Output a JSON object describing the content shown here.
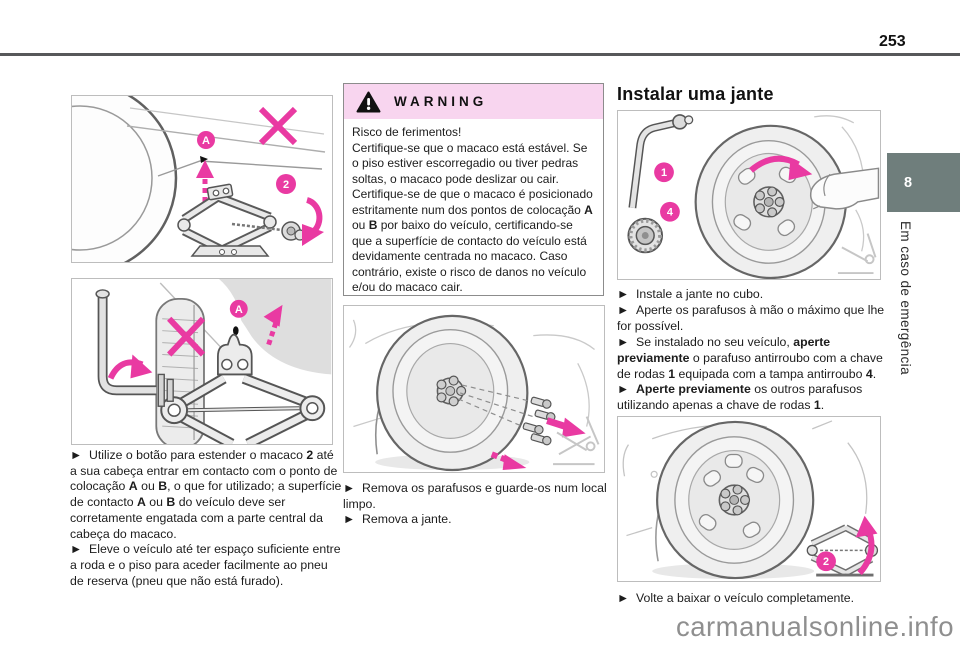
{
  "colors": {
    "accent": "#e93aa2",
    "warning_bg": "#f8d5ef",
    "tab_bg": "#6f7e7c",
    "watermark": "#8f8f8f"
  },
  "page": {
    "number": "253",
    "chapter_tab": "8",
    "chapter_label": "Em caso de emergência",
    "watermark": "carmanualsonline.info"
  },
  "warning": {
    "title": "WARNING",
    "paragraphs": [
      [
        {
          "t": "Risco de ferimentos!"
        }
      ],
      [
        {
          "t": "Certifique-se que o macaco está estável. Se o piso estiver escorregadio ou tiver pedras soltas, o macaco pode deslizar ou cair."
        }
      ],
      [
        {
          "t": "Certifique-se de que o macaco é posicionado estritamente num dos pontos de colocação "
        },
        {
          "t": "A",
          "b": true
        },
        {
          "t": " ou "
        },
        {
          "t": "B",
          "b": true
        },
        {
          "t": " por baixo do veículo, certificando-se que a superfície de contacto do veículo está devidamente centrada no macaco. Caso contrário, existe o risco de danos no veículo e/ou do macaco cair."
        }
      ]
    ]
  },
  "left_column": {
    "bullets": [
      [
        {
          "t": "►  Utilize o botão para estender o macaco "
        },
        {
          "t": "2",
          "b": true
        },
        {
          "t": " até a sua cabeça entrar em contacto com o ponto de colocação "
        },
        {
          "t": "A",
          "b": true
        },
        {
          "t": " ou "
        },
        {
          "t": "B",
          "b": true
        },
        {
          "t": ", o que for utilizado; a superfície de contacto "
        },
        {
          "t": "A",
          "b": true
        },
        {
          "t": " ou "
        },
        {
          "t": "B",
          "b": true
        },
        {
          "t": " do veículo deve ser corretamente engatada com a parte central da cabeça do macaco."
        }
      ],
      [
        {
          "t": "►  Eleve o veículo até ter espaço suficiente entre a roda e o piso para aceder facilmente ao pneu de reserva (pneu que não está furado)."
        }
      ]
    ]
  },
  "middle_column": {
    "bullets": [
      [
        {
          "t": "►  Remova os parafusos e guarde-os num local limpo."
        }
      ],
      [
        {
          "t": "►  Remova a jante."
        }
      ]
    ]
  },
  "right_column": {
    "heading": "Instalar uma jante",
    "bullets": [
      [
        {
          "t": "►  Instale a jante no cubo."
        }
      ],
      [
        {
          "t": "►  Aperte os parafusos à mão o máximo que lhe for possível."
        }
      ],
      [
        {
          "t": "►  Se instalado no seu veículo, "
        },
        {
          "t": "aperte previamente",
          "b": true
        },
        {
          "t": " o parafuso antirroubo com a chave de rodas "
        },
        {
          "t": "1",
          "b": true
        },
        {
          "t": " equipada com a tampa antirroubo "
        },
        {
          "t": "4",
          "b": true
        },
        {
          "t": "."
        }
      ],
      [
        {
          "t": "►  "
        },
        {
          "t": "Aperte previamente",
          "b": true
        },
        {
          "t": " os outros parafusos utilizando apenas a chave de rodas "
        },
        {
          "t": "1",
          "b": true
        },
        {
          "t": "."
        }
      ]
    ],
    "closing_bullet": [
      {
        "t": "►  Volte a baixar o veículo completamente."
      }
    ]
  },
  "figures": {
    "l1": {
      "badge_a": "A",
      "badge_2": "2"
    },
    "l2": {
      "badge_a": "A"
    },
    "r1": {
      "badge_1": "1",
      "badge_4": "4"
    },
    "r2": {
      "badge_2": "2"
    }
  }
}
